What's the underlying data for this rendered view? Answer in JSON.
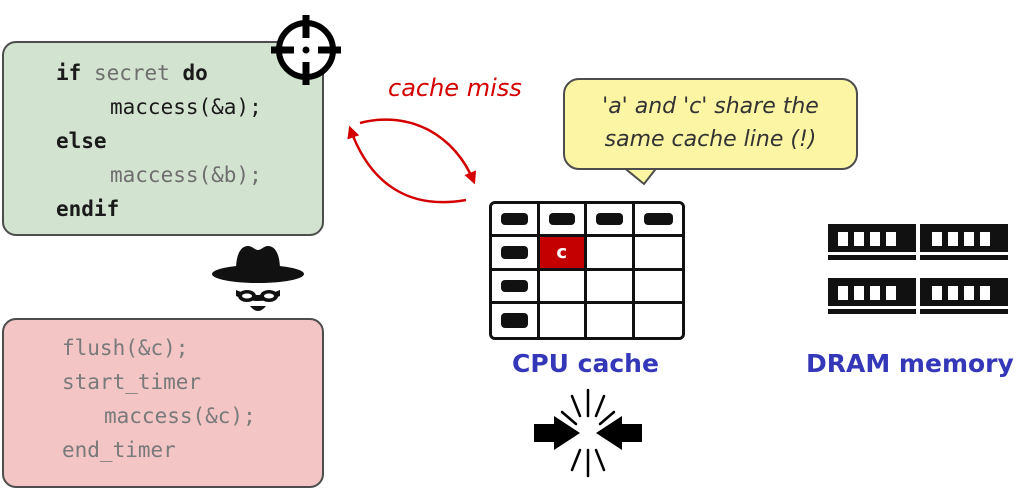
{
  "victim_code": {
    "line1": {
      "kw1": "if",
      "rest": " secret ",
      "kw2": "do"
    },
    "line2": "maccess(&a);",
    "line3": "else",
    "line4": "maccess(&b);",
    "line5": "endif"
  },
  "attacker_code": {
    "line1": "flush(&c);",
    "line2": "start_timer",
    "line3": "maccess(&c);",
    "line4": "end_timer"
  },
  "arrow_label": "cache miss",
  "bubble": {
    "line1": "'a' and 'c' share the",
    "line2": "same cache line (!)"
  },
  "cache": {
    "label": "CPU cache",
    "highlight_letter": "c"
  },
  "memory": {
    "label": "DRAM memory"
  },
  "icons": [
    "crosshair-icon",
    "spy-icon",
    "collision-icon",
    "ram-module-icon"
  ],
  "colors": {
    "victim_bg": "#d2e4cf",
    "attacker_bg": "#f3c5c5",
    "bubble_bg": "#fbf5a4",
    "miss_red": "#d40000",
    "cache_hit_red": "#c40000",
    "label_blue": "#3437b8"
  }
}
